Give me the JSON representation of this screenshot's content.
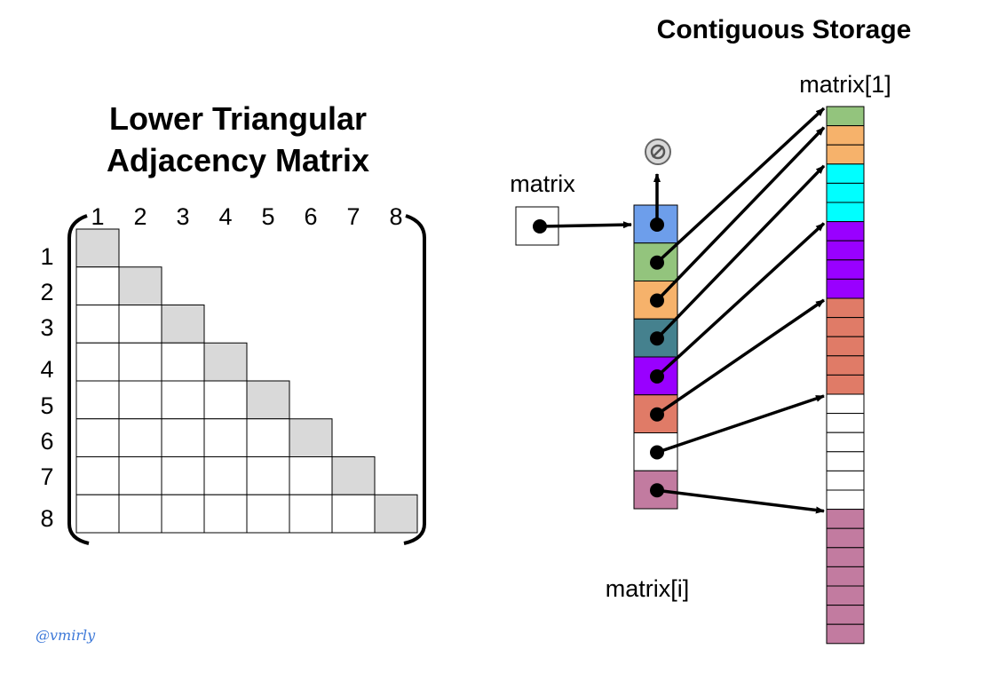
{
  "left_title": [
    "Lower Triangular",
    "Adjacency Matrix"
  ],
  "matrix_size": 8,
  "column_labels": [
    "1",
    "2",
    "3",
    "4",
    "5",
    "6",
    "7",
    "8"
  ],
  "row_labels": [
    "1",
    "2",
    "3",
    "4",
    "5",
    "6",
    "7",
    "8"
  ],
  "storage_title": "Contiguous Storage",
  "label_matrix": "matrix",
  "label_matrix_1": "matrix[1]",
  "label_matrix_i": "matrix[i]",
  "null_symbol": "⊘",
  "credit": "@vmirly",
  "colors": {
    "diagonal_cell": "#d9d9d9",
    "row_pointer_0": "#6d9eeb",
    "row_pointer_1": "#93c47d",
    "row_pointer_2": "#f6b26b",
    "row_pointer_3": "#45818e",
    "row_pointer_4": "#9900ff",
    "row_pointer_5": "#e07b67",
    "row_pointer_6": "#ffffff",
    "row_pointer_7": "#c27ba0",
    "storage_cyan": "#00ffff",
    "null_icon": "#d9d9d9"
  },
  "storage_blocks": [
    {
      "row": 1,
      "cells": 1,
      "color": "#93c47d"
    },
    {
      "row": 2,
      "cells": 2,
      "color": "#f6b26b"
    },
    {
      "row": 3,
      "cells": 3,
      "color": "#00ffff"
    },
    {
      "row": 4,
      "cells": 4,
      "color": "#9900ff"
    },
    {
      "row": 5,
      "cells": 5,
      "color": "#e07b67"
    },
    {
      "row": 6,
      "cells": 6,
      "color": "#ffffff"
    },
    {
      "row": 7,
      "cells": 7,
      "color": "#c27ba0"
    }
  ]
}
